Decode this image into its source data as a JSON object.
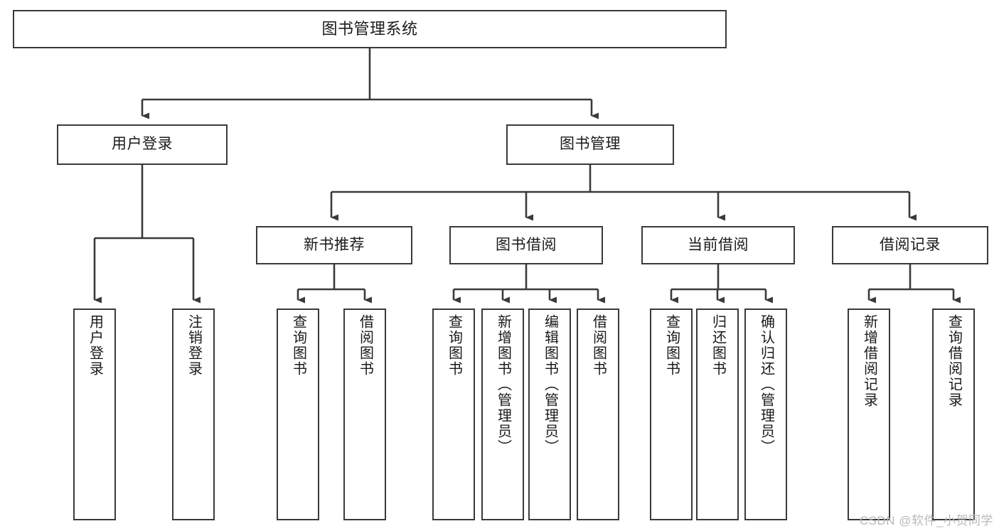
{
  "diagram": {
    "title": "图书管理系统",
    "type": "tree",
    "style": {
      "background": "#ffffff",
      "node_border": "#3a3a3a",
      "node_fill": "#ffffff",
      "text": "#1a1a1a",
      "edge": "#3a3a3a",
      "watermark_color": "#b9b9b9"
    }
  },
  "nodes": {
    "root": {
      "label": "图书管理系统"
    },
    "level2": [
      {
        "id": "user-login",
        "label": "用户登录"
      },
      {
        "id": "book-manage",
        "label": "图书管理"
      }
    ],
    "level3": [
      {
        "id": "new-book-rec",
        "label": "新书推荐"
      },
      {
        "id": "book-borrow",
        "label": "图书借阅"
      },
      {
        "id": "current-borrow",
        "label": "当前借阅"
      },
      {
        "id": "borrow-record",
        "label": "借阅记录"
      }
    ],
    "leaves": {
      "user_login": [
        {
          "id": "leaf-user-login",
          "label": "用户登录"
        },
        {
          "id": "leaf-logout",
          "label": "注销登录"
        }
      ],
      "new_book_rec": [
        {
          "id": "leaf-query-book-1",
          "label": "查询图书"
        },
        {
          "id": "leaf-borrow-book-1",
          "label": "借阅图书"
        }
      ],
      "book_borrow": [
        {
          "id": "leaf-query-book-2",
          "label": "查询图书"
        },
        {
          "id": "leaf-add-book",
          "label": "新增图书（管理员）"
        },
        {
          "id": "leaf-edit-book",
          "label": "编辑图书（管理员）"
        },
        {
          "id": "leaf-borrow-book-2",
          "label": "借阅图书"
        }
      ],
      "current_borrow": [
        {
          "id": "leaf-query-book-3",
          "label": "查询图书"
        },
        {
          "id": "leaf-return-book",
          "label": "归还图书"
        },
        {
          "id": "leaf-confirm-return",
          "label": "确认归还（管理员）"
        }
      ],
      "borrow_record": [
        {
          "id": "leaf-add-record",
          "label": "新增借阅记录"
        },
        {
          "id": "leaf-query-record",
          "label": "查询借阅记录"
        }
      ]
    }
  },
  "watermark": {
    "text": "CSDN @软件_小贺同学"
  }
}
